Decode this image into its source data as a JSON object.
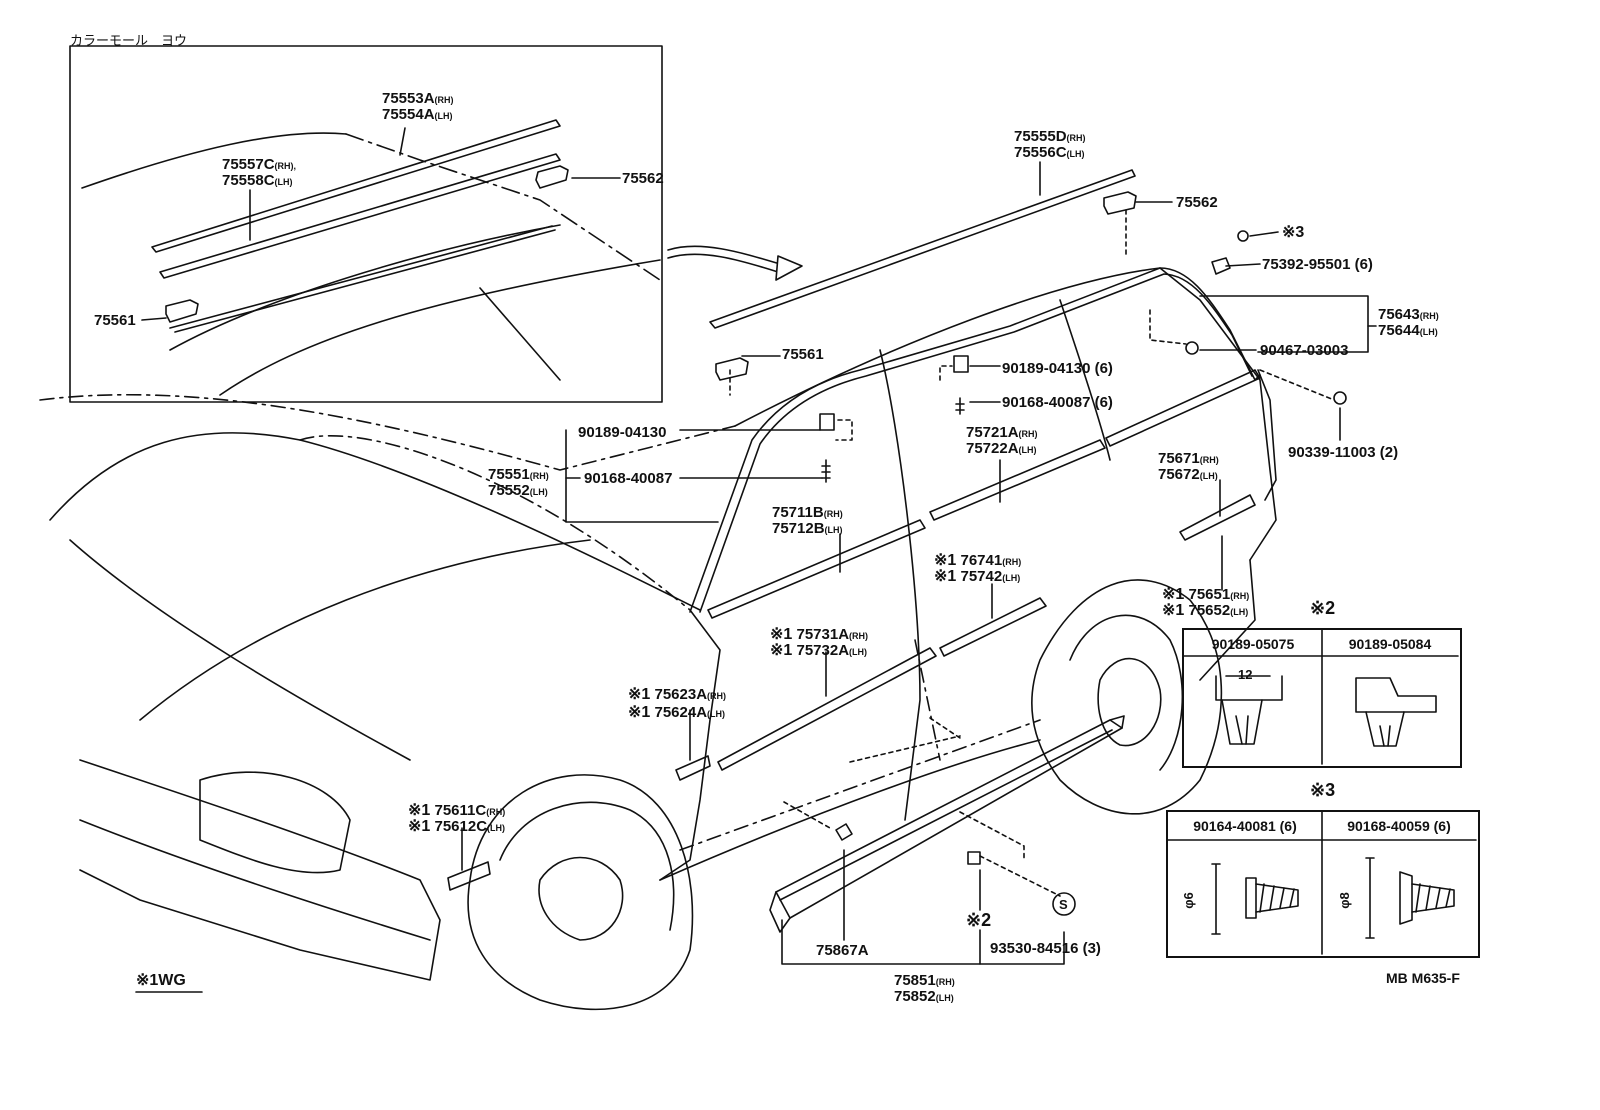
{
  "inset": {
    "title": "カラーモール　ヨウ"
  },
  "callouts": {
    "p75553A": "75553A",
    "p75554A": "75554A",
    "p75557C": "75557C",
    "p75558C": "75558C",
    "p75562_inset": "75562",
    "p75561_inset": "75561",
    "p75555D": "75555D",
    "p75556C": "75556C",
    "p75562": "75562",
    "p75561": "75561",
    "p75392": "75392-95501 (6)",
    "p75643": "75643",
    "p75644": "75644",
    "p90467": "90467-03003",
    "p90189_04130_a": "90189-04130 (6)",
    "p90168_40087_a": "90168-40087 (6)",
    "p90339": "90339-11003 (2)",
    "p90189_04130_b": "90189-04130",
    "p90168_40087_b": "90168-40087",
    "p75551": "75551",
    "p75552": "75552",
    "p75721A": "75721A",
    "p75722A": "75722A",
    "p75671": "75671",
    "p75672": "75672",
    "p75711B": "75711B",
    "p75712B": "75712B",
    "p76741": "76741",
    "p75742": "75742",
    "p75651": "75651",
    "p75652": "75652",
    "p75731A": "75731A",
    "p75732A": "75732A",
    "p75623A": "75623A",
    "p75624A": "75624A",
    "p75611C": "75611C",
    "p75612C": "75612C",
    "p75867A": "75867A",
    "p93530": "93530-84516 (3)",
    "p75851": "75851",
    "p75852": "75852"
  },
  "side": {
    "rh": "(RH)",
    "lh": "(LH)",
    "rh_comma": "(RH),"
  },
  "marks": {
    "star1": "※1",
    "star2": "※2",
    "star3": "※3",
    "s_circle": "S"
  },
  "legend": {
    "note1": "※1WG"
  },
  "table2": {
    "heading": "※2",
    "col1": "90189-05075",
    "col2": "90189-05084",
    "dim": "12"
  },
  "table3": {
    "heading": "※3",
    "col1": "90164-40081 (6)",
    "col2": "90168-40059 (6)",
    "dim1": "φ6",
    "dim2": "φ8"
  },
  "ref_code": "MB M635-F"
}
